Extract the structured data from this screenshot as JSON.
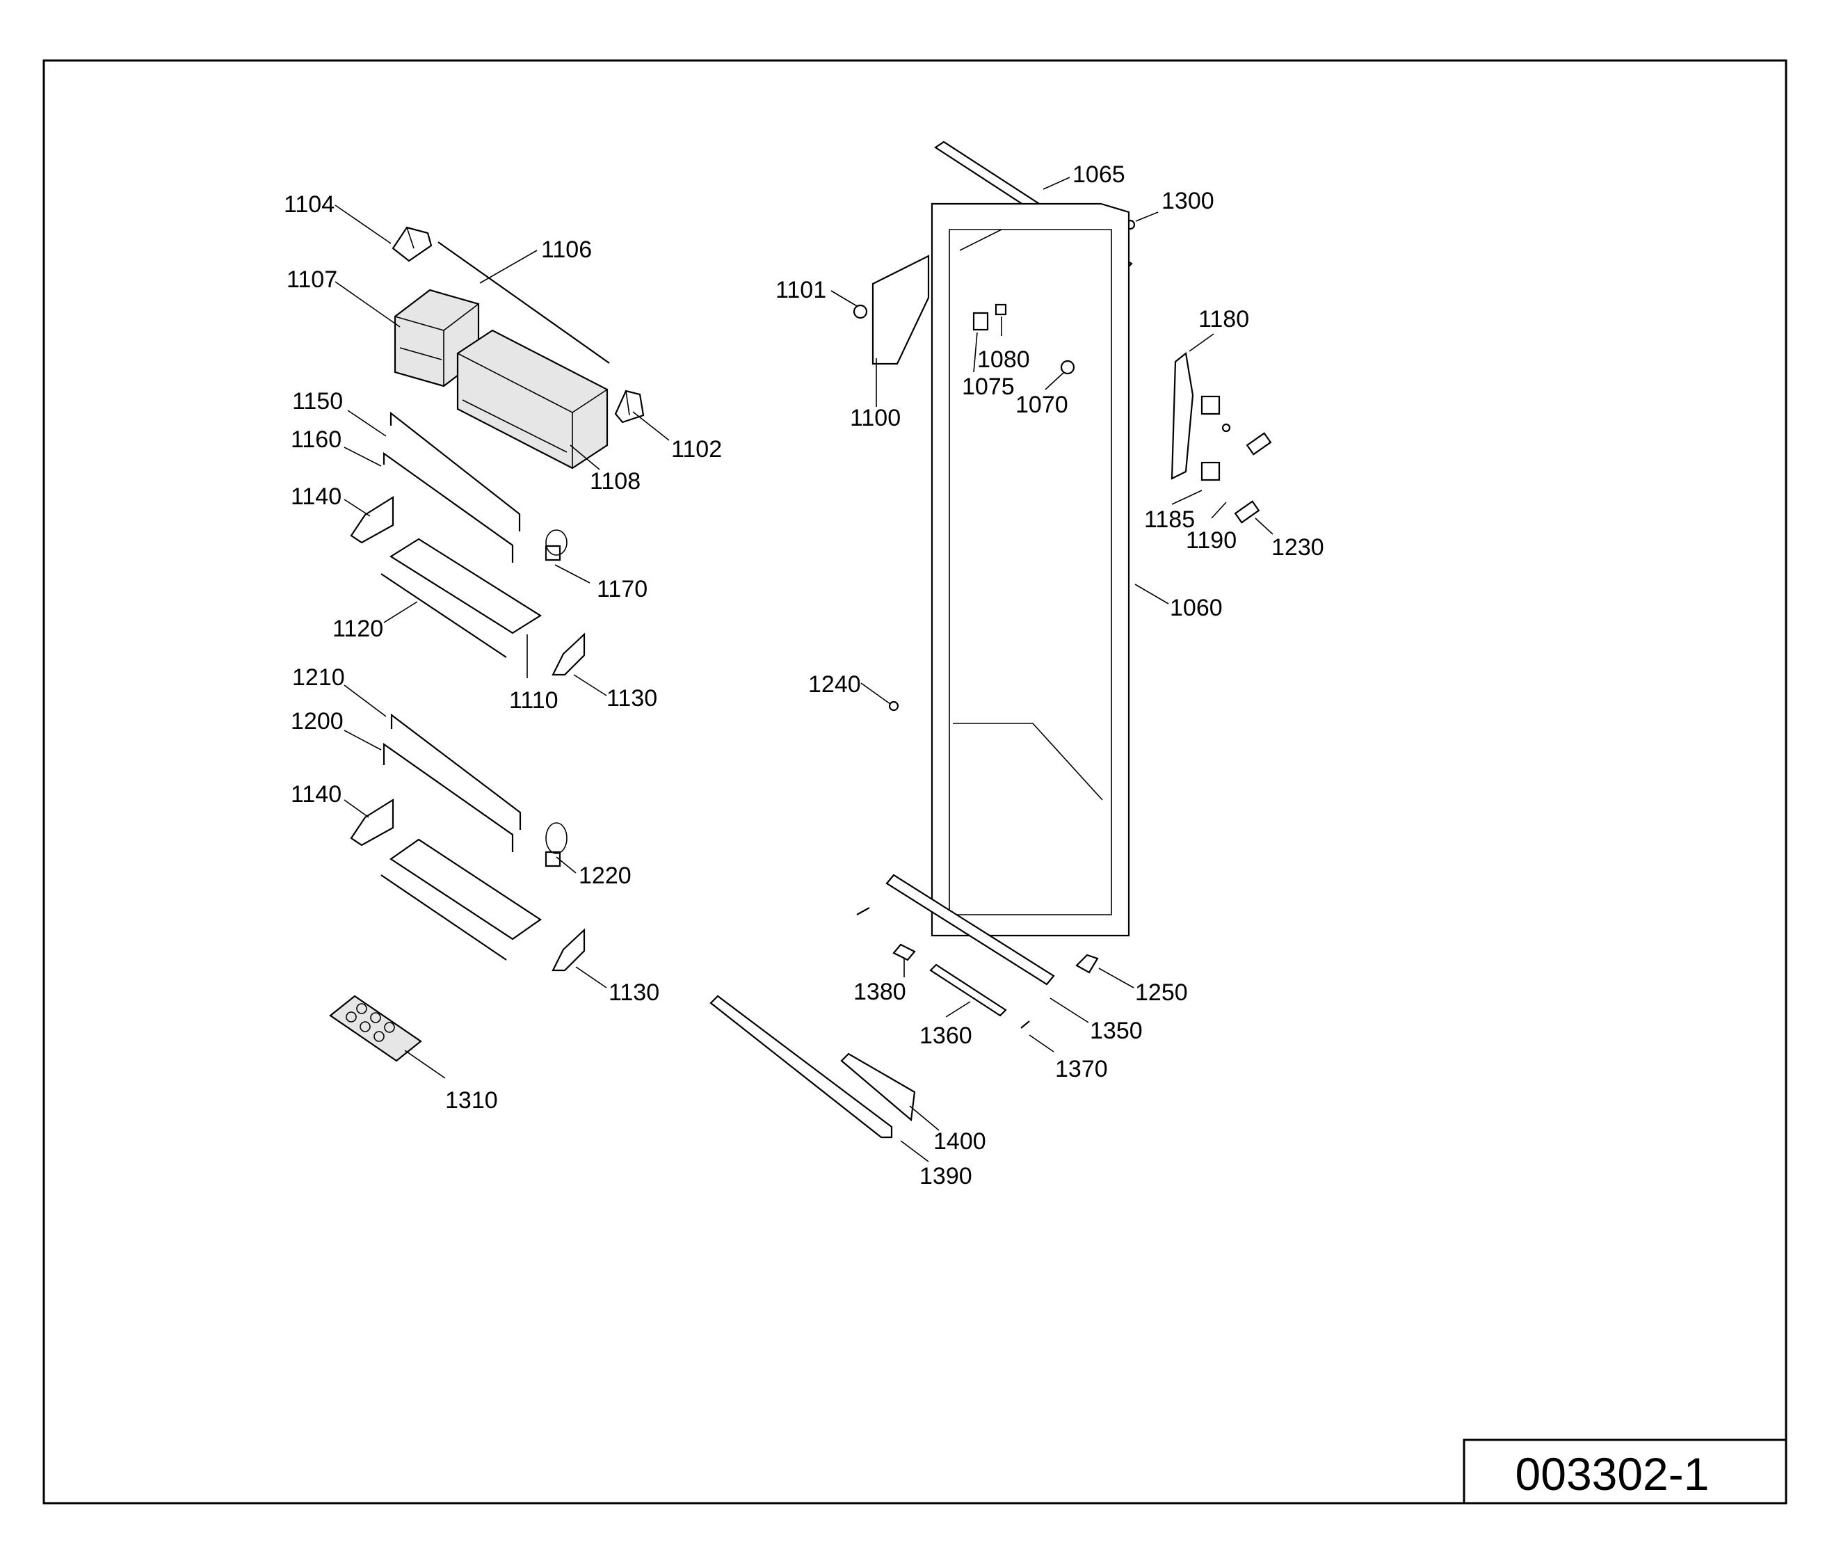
{
  "drawing_number": "003302-1",
  "part_labels": [
    "1104",
    "1106",
    "1107",
    "1108",
    "1102",
    "1150",
    "1160",
    "1140",
    "1170",
    "1120",
    "1110",
    "1130",
    "1210",
    "1200",
    "1140",
    "1220",
    "1130",
    "1310",
    "1065",
    "1300",
    "1101",
    "1080",
    "1075",
    "1070",
    "1100",
    "1180",
    "1185",
    "1190",
    "1230",
    "1060",
    "1240",
    "1250",
    "1380",
    "1350",
    "1360",
    "1370",
    "1400",
    "1390"
  ]
}
